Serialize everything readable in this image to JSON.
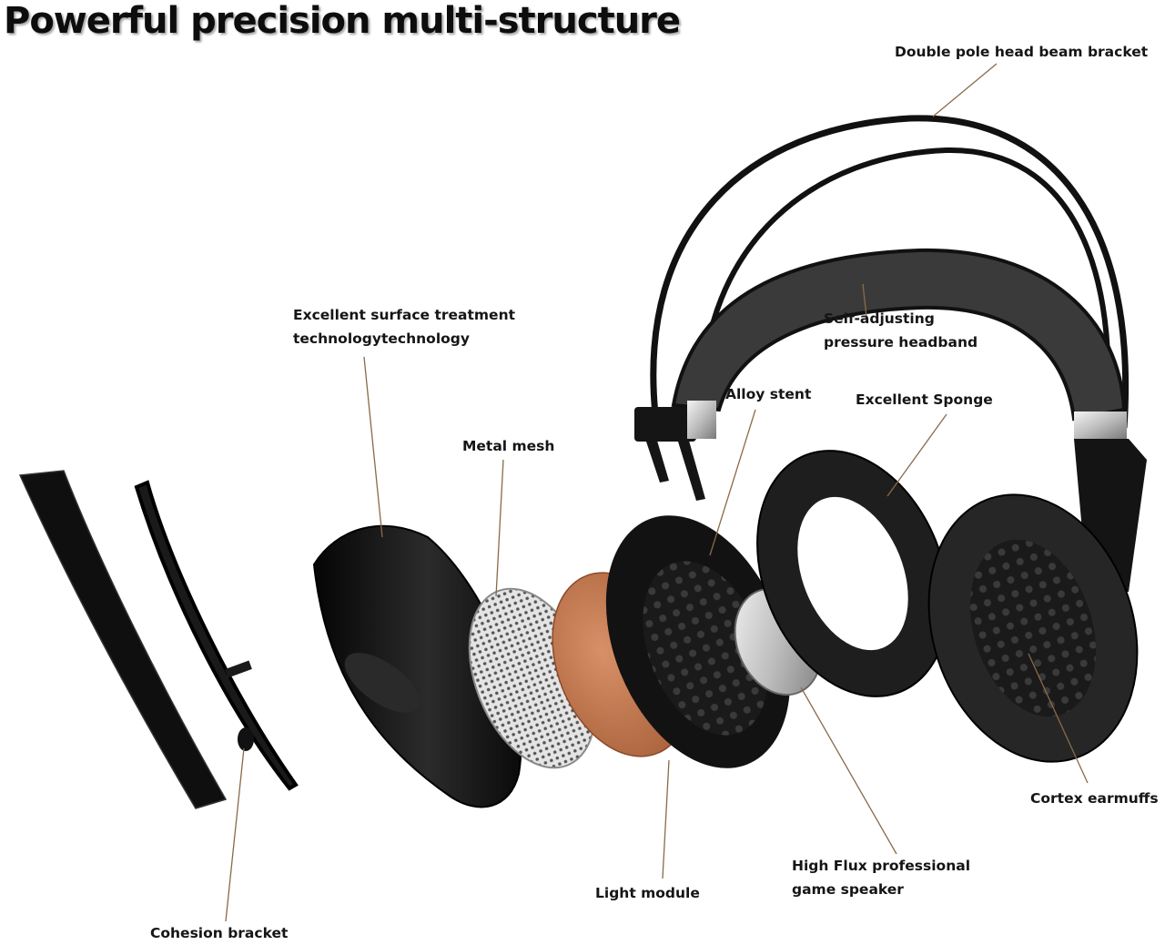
{
  "title": "Powerful precision multi-structure",
  "labels": {
    "double_pole": "Double pole head beam bracket",
    "surface_1": "Excellent surface treatment",
    "surface_2": "technologytechnology",
    "self_adj_1": "Self-adjusting",
    "self_adj_2": "pressure headband",
    "alloy": "Alloy stent",
    "sponge": "Excellent Sponge",
    "mesh": "Metal mesh",
    "cortex": "Cortex earmuffs",
    "speaker_1": "High Flux professional",
    "speaker_2": "game speaker",
    "light": "Light module",
    "cohesion": "Cohesion bracket"
  },
  "colors": {
    "leader_line": "#8a6a4a",
    "shell": "#141414",
    "copper": "#c27a4c",
    "leather": "#2a2a2a",
    "silver": "#c8c8c8"
  }
}
